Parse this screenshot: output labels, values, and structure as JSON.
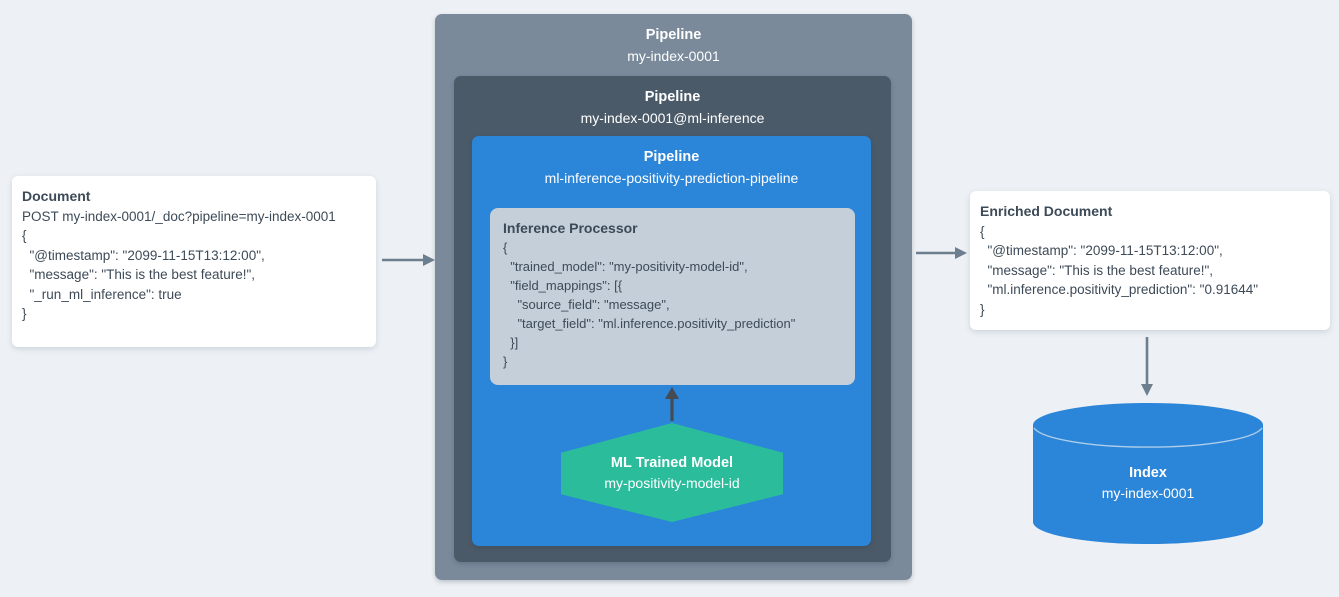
{
  "colors": {
    "page_bg": "#edf1f5",
    "card_bg": "#ffffff",
    "outer_pipeline_bg": "#7a8a9b",
    "mid_pipeline_bg": "#4b5a69",
    "inner_pipeline_bg": "#2b85d8",
    "processor_bg": "#c5cfd9",
    "model_bg": "#2bbc9c",
    "index_bg": "#2b85d8",
    "arrow_gray": "#6d7e8e",
    "arrow_dark": "#454b52",
    "text_dark": "#3d4a57",
    "text_light": "#ffffff"
  },
  "document_card": {
    "title": "Document",
    "lines": [
      "POST my-index-0001/_doc?pipeline=my-index-0001",
      "{",
      "  \"@timestamp\": \"2099-11-15T13:12:00\",",
      "  \"message\": \"This is the best feature!\",",
      "  \"_run_ml_inference\": true",
      "}"
    ]
  },
  "outer_pipeline": {
    "label": "Pipeline",
    "name": "my-index-0001"
  },
  "mid_pipeline": {
    "label": "Pipeline",
    "name": "my-index-0001@ml-inference"
  },
  "inner_pipeline": {
    "label": "Pipeline",
    "name": "ml-inference-positivity-prediction-pipeline"
  },
  "inference_processor": {
    "title": "Inference Processor",
    "lines": [
      "{",
      "  \"trained_model\": \"my-positivity-model-id\",",
      "  \"field_mappings\": [{",
      "    \"source_field\": \"message\",",
      "    \"target_field\": \"ml.inference.positivity_prediction\"",
      "  }]",
      "}"
    ]
  },
  "ml_trained_model": {
    "title": "ML Trained Model",
    "name": "my-positivity-model-id"
  },
  "enriched_document_card": {
    "title": "Enriched Document",
    "lines": [
      "{",
      "  \"@timestamp\": \"2099-11-15T13:12:00\",",
      "  \"message\": \"This is the best feature!\",",
      "  \"ml.inference.positivity_prediction\": \"0.91644\"",
      "}"
    ]
  },
  "index_store": {
    "title": "Index",
    "name": "my-index-0001"
  }
}
